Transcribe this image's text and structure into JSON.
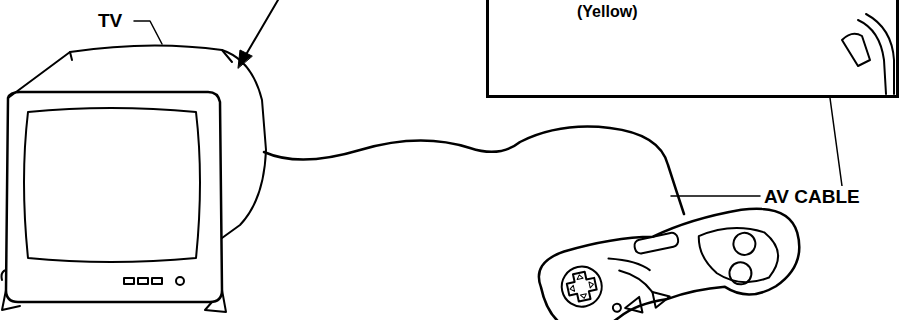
{
  "diagram": {
    "nodes": [
      {
        "text": [
          "(Yellow)"
        ]
      }
    ],
    "labels": [
      "TV",
      "AV CABLE"
    ]
  }
}
